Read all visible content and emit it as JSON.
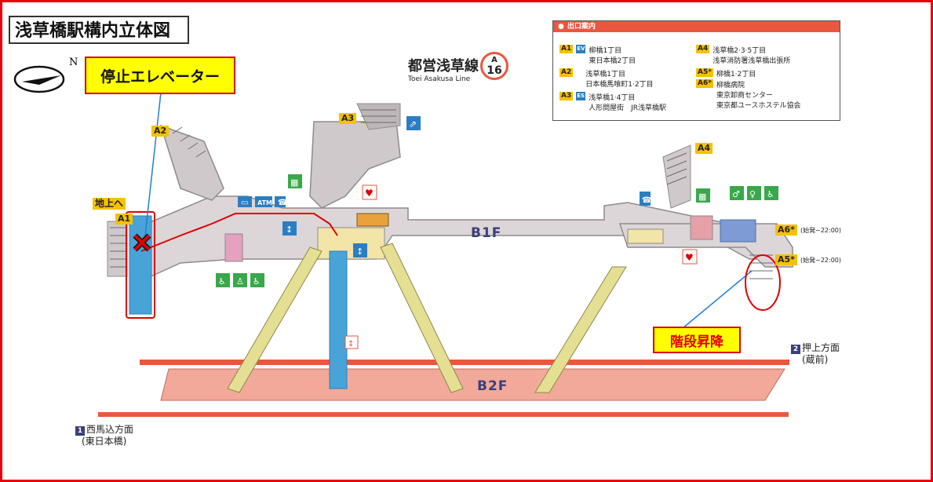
{
  "title": "浅草橋駅構内立体図",
  "line": {
    "name_jp": "都営浅草線",
    "name_en": "Toei Asakusa Line",
    "code_letter": "A",
    "code_number": "16"
  },
  "compass": {
    "label": "N"
  },
  "callouts": {
    "elevator_stopped": "停止エレベーター",
    "stairs_lift": "階段昇降"
  },
  "legend": {
    "header": "出口案内",
    "left": [
      {
        "tag": "A1",
        "ev": "EV",
        "lines": [
          "柳橋1丁目",
          "東日本橋2丁目"
        ]
      },
      {
        "tag": "A2",
        "ev": "",
        "lines": [
          "浅草橋1丁目",
          "日本橋馬喰町1·2丁目"
        ]
      },
      {
        "tag": "A3",
        "ev": "ES",
        "lines": [
          "浅草橋1·4丁目",
          "人形問屋街　JR浅草橋駅"
        ]
      }
    ],
    "right": [
      {
        "tag": "A4",
        "lines": [
          "浅草橋2·3·5丁目",
          "浅草消防署浅草橋出張所"
        ]
      },
      {
        "tag": "A5*",
        "lines": [
          "柳橋1·2丁目"
        ]
      },
      {
        "tag": "A6*",
        "lines": [
          "柳橋病院",
          "東京卸商センター",
          "東京都ユースホステル協会"
        ]
      }
    ]
  },
  "exits": {
    "A1": "A1",
    "A2": "A2",
    "A3": "A3",
    "A4": "A4",
    "A5": "A5*",
    "A6": "A6*"
  },
  "exit_notes": {
    "A5": "(始発~22:00)",
    "A6": "(始発~22:00)"
  },
  "to_ground": "地上へ",
  "floors": {
    "b1": "B1F",
    "b2": "B2F"
  },
  "directions": {
    "left": {
      "num": "1",
      "line1": "西馬込方面",
      "line2": "(東日本橋)"
    },
    "right": {
      "num": "2",
      "line1": "押上方面",
      "line2": "(蔵前)"
    }
  },
  "icons": [
    "atm-icon",
    "phone-icon",
    "toilet-icon",
    "aed-icon",
    "elevator-icon",
    "escalator-icon",
    "accessible-icon",
    "locker-icon",
    "office-icon",
    "cross-mark-icon"
  ],
  "colors": {
    "frame": "#e8000b",
    "accent_orange": "#e9573f",
    "tag_yellow": "#f6c100",
    "b1_floor": "#dcd6d8",
    "b2_floor": "#f2a99a",
    "rail_red": "#e9573f",
    "elevator_blue": "#48a4d6",
    "walls": "#8f8a8c"
  }
}
